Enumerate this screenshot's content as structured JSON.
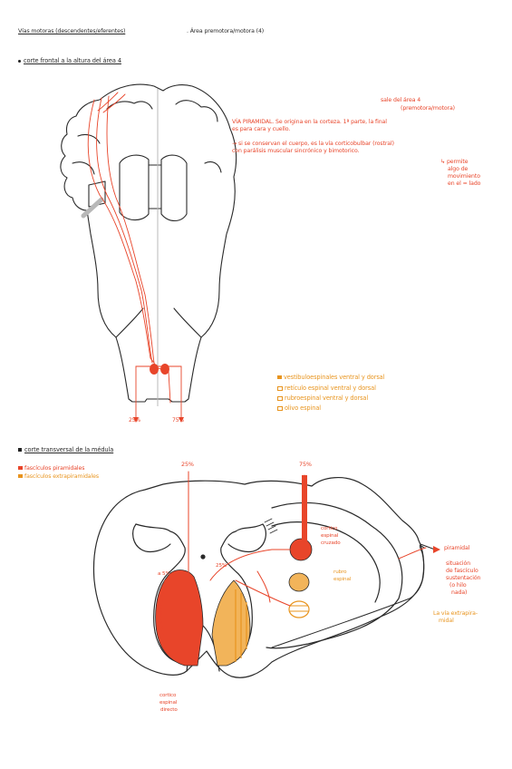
{
  "header": {
    "title": "Vías motoras (descendentes/eferentes)",
    "title_suffix": ". Área premotora/motora (4)"
  },
  "frontal": {
    "heading": "corte frontal a la altura del área 4",
    "area_note_1": "sale del área 4",
    "area_note_2": "(premotora/motora)",
    "vp_1": "VÍA PIRAMIDAL. Se origina en la corteza. 1ª parte, la final",
    "vp_2": "es para cara y cuello.",
    "vp_3": "→ si se conservan el cuerpo, es la vía corticobulbar (rostral)",
    "vp_4": "con parálisis muscular sincrónico y bimotorico.",
    "side_1": "↳ permite",
    "side_2": "algo de",
    "side_3": "movimiento",
    "side_4": "en el = lado",
    "pct_left": "25%",
    "pct_right": "75%",
    "orange_1": "vestibuloespinales ventral y dorsal",
    "orange_2": "retículo espinal ventral y dorsal",
    "orange_3": "rubroespinal ventral y dorsal",
    "orange_4": "olivo espinal"
  },
  "transverse": {
    "heading": "corte transversal de la médula",
    "legend_red": "fascículos piramidales",
    "legend_orange": "fascículos extrapiramidales",
    "pct_top_left": "25%",
    "pct_top_right": "75%",
    "pct_small_1": "a 5%",
    "pct_small_2": "25%",
    "cortico_1": "cortico",
    "cortico_2": "espinal",
    "cortico_3": "cruzado",
    "rubro_1": "rubro",
    "rubro_2": "espinal",
    "piramidal": "piramidal",
    "sit_1": "situación",
    "sit_2": "de fascículo",
    "sit_3": "sustentación",
    "sit_4": "(o hilo",
    "sit_5": "nada)",
    "via_1": "La vía extrapira-",
    "via_2": "midal",
    "direct_1": "cortico",
    "direct_2": "espinal",
    "direct_3": "directo"
  },
  "colors": {
    "red": "#e8452a",
    "orange": "#e8941e",
    "ink": "#2a2a2a",
    "gray": "#b8b8b8"
  }
}
